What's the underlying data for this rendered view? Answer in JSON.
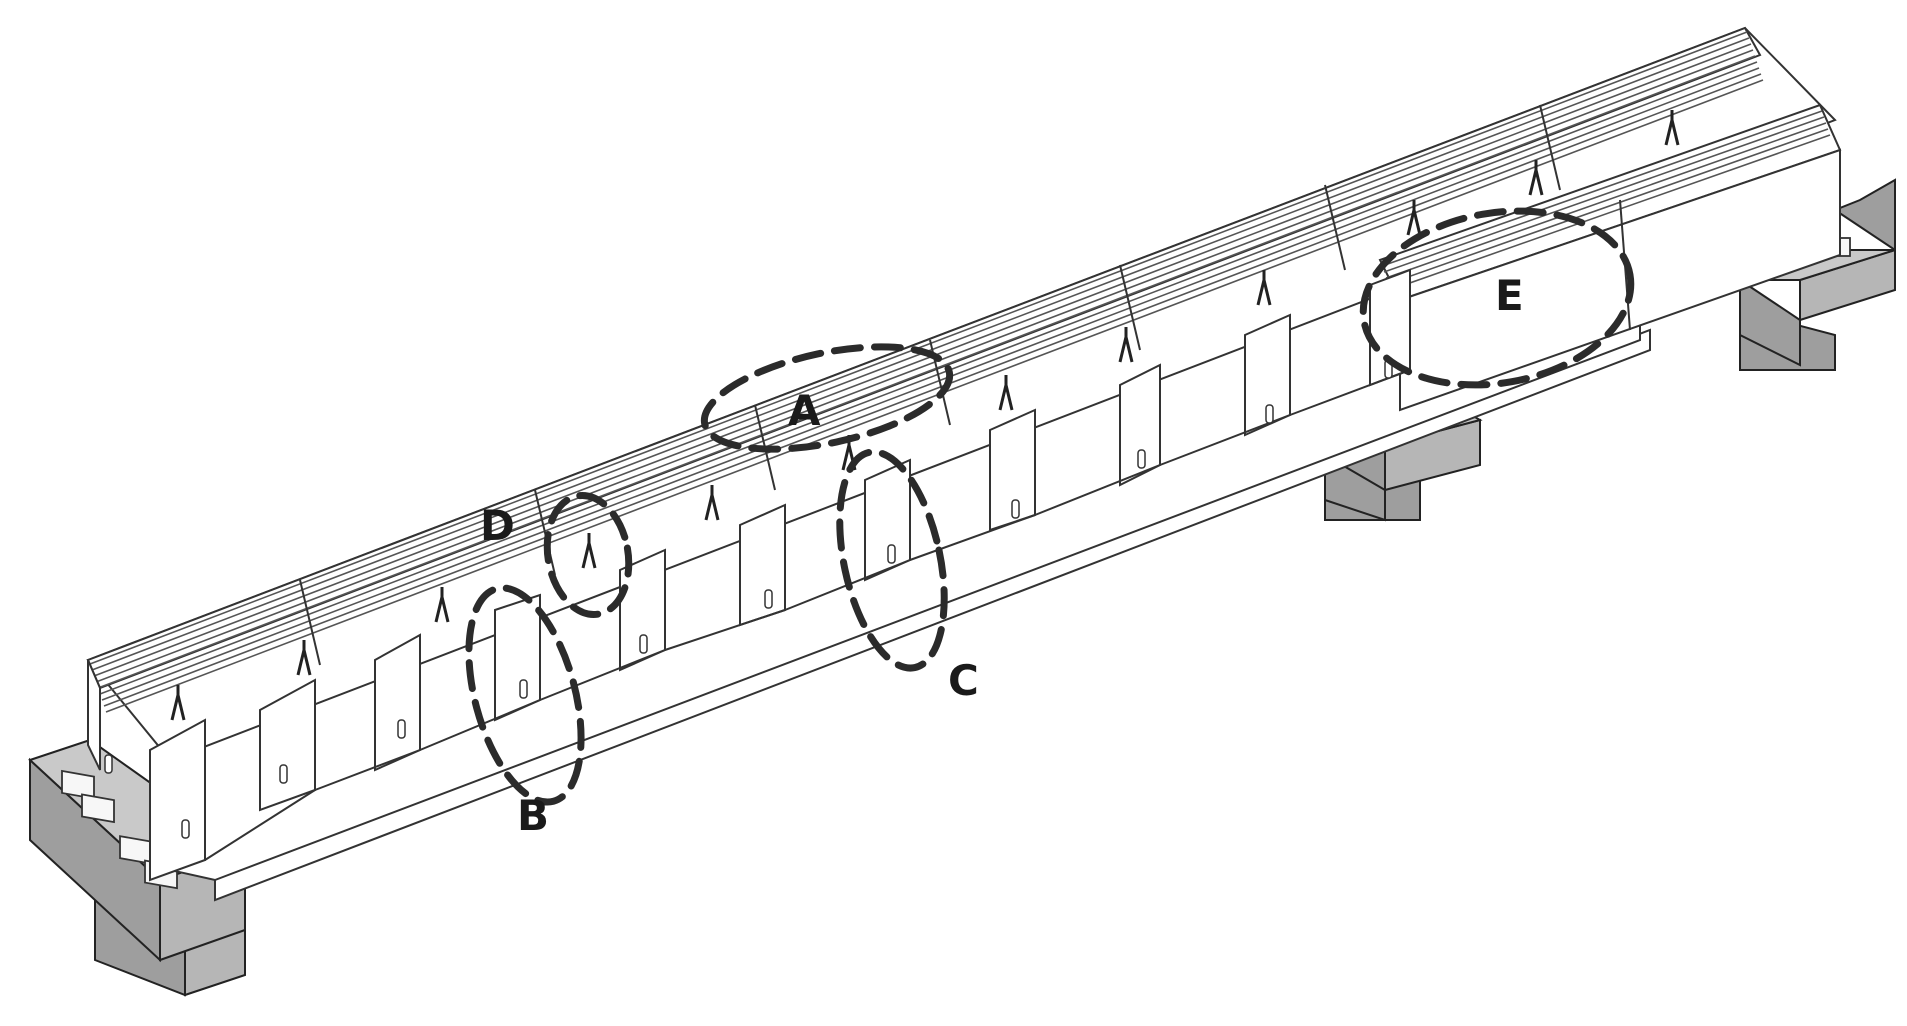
{
  "figure": {
    "callouts": [
      {
        "id": "A",
        "label": "A"
      },
      {
        "id": "B",
        "label": "B"
      },
      {
        "id": "C",
        "label": "C"
      },
      {
        "id": "D",
        "label": "D"
      },
      {
        "id": "E",
        "label": "E"
      }
    ]
  }
}
